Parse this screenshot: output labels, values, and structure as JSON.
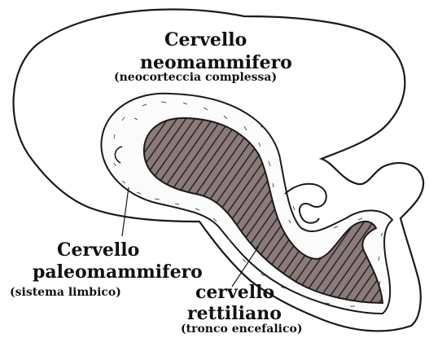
{
  "labels": {
    "neo_title_line1": "Cervello",
    "neo_title_line2": "neomammifero",
    "neo_subtitle": "(neocorteccia complessa)",
    "paleo_title_line1": "Cervello",
    "paleo_title_line2": "paleomammifero",
    "paleo_subtitle": "(sistema limbico)",
    "rett_title_line1": "cervello",
    "rett_title_line2": "rettiliano",
    "rett_subtitle": "(tronco encefalico)"
  },
  "colors": {
    "outline": "#1a1a1a",
    "background": "#ffffff",
    "hatch_fill": "#8a7a7a",
    "hatch_lines": "#2a2020",
    "dash_marks": "#555555"
  }
}
